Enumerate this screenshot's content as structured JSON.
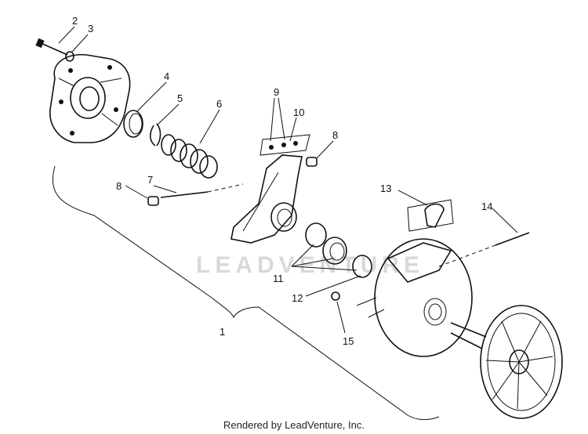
{
  "watermark": "LEADVENTURE",
  "footer": "Rendered by LeadVenture, Inc.",
  "callouts": {
    "c1": "1",
    "c2": "2",
    "c3": "3",
    "c4": "4",
    "c5": "5",
    "c6": "6",
    "c7": "7",
    "c8a": "8",
    "c8b": "8",
    "c9": "9",
    "c10": "10",
    "c11": "11",
    "c12": "12",
    "c13": "13",
    "c14": "14",
    "c15": "15"
  }
}
